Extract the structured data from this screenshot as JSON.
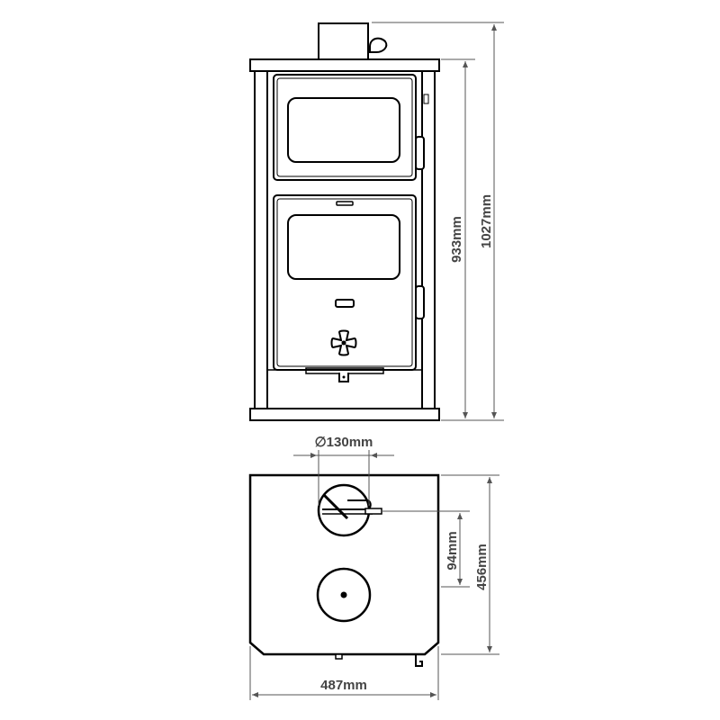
{
  "dimensions": {
    "total_height": "1027mm",
    "body_height": "933mm",
    "flue_diameter": "∅130mm",
    "flue_offset": "94mm",
    "depth": "456mm",
    "width": "487mm"
  },
  "colors": {
    "line": "#000000",
    "dimension": "#555555",
    "label": "#444444",
    "background": "#ffffff"
  }
}
